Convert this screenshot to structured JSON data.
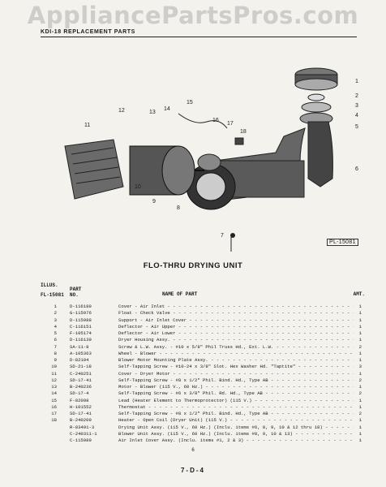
{
  "watermark": "AppliancePartsPros.com",
  "header": "KDI-18 REPLACEMENT PARTS",
  "diagram": {
    "code": "PL-15081",
    "callouts": [
      "1",
      "2",
      "3",
      "4",
      "5",
      "6",
      "7",
      "8",
      "9",
      "10",
      "11",
      "12",
      "13",
      "14",
      "15",
      "16",
      "17",
      "18"
    ]
  },
  "title": "FLO-THRU DRYING UNIT",
  "table": {
    "headers": {
      "illus": "ILLUS.",
      "fl": "FL-15081",
      "part": "PART",
      "no": "NO.",
      "name": "NAME OF PART",
      "amt": "AMT."
    },
    "rows": [
      {
        "illus": "1",
        "part": "D-116189",
        "name": "Cover - Air Inlet",
        "amt": "1"
      },
      {
        "illus": "2",
        "part": "G-115976",
        "name": "Float - Check Valve",
        "amt": "1"
      },
      {
        "illus": "3",
        "part": "D-115988",
        "name": "Support - Air Inlet Cover",
        "amt": "1"
      },
      {
        "illus": "4",
        "part": "C-116151",
        "name": "Deflector - Air Upper",
        "amt": "1"
      },
      {
        "illus": "5",
        "part": "F-105174",
        "name": "Deflector - Air Lower",
        "amt": "1"
      },
      {
        "illus": "6",
        "part": "D-116139",
        "name": "Dryer Housing Assy.",
        "amt": "1"
      },
      {
        "illus": "7",
        "part": "SA-11-8",
        "name": "Screw & L.W. Assy. - #10 x 5/8\" Phil Truss Hd., Ext. L.W.",
        "amt": "2"
      },
      {
        "illus": "8",
        "part": "A-105363",
        "name": "Wheel - Blower",
        "amt": "1"
      },
      {
        "illus": "9",
        "part": "D-82104",
        "name": "Blower Motor Mounting Plate Assy.",
        "amt": "1"
      },
      {
        "illus": "10",
        "part": "SD-21-18",
        "name": "Self-Tapping Screw - #10-24 x 3/8\" Slot. Hex Washer Hd. \"Taptite\"",
        "amt": "3"
      },
      {
        "illus": "11",
        "part": "C-240251",
        "name": "Cover - Dryer Motor",
        "amt": "1"
      },
      {
        "illus": "12",
        "part": "SD-17-41",
        "name": "Self-Tapping Screw - #8 x 1/2\" Phil. Bind. Hd., Type AB",
        "amt": "2"
      },
      {
        "illus": "13",
        "part": "B-240236",
        "name": "Motor - Blower (115 V., 60 Hz.)",
        "amt": "1"
      },
      {
        "illus": "14",
        "part": "SD-17-4",
        "name": "Self-Tapping Screw - #6 x 3/8\" Phil. Rd. Hd., Type AB",
        "amt": "2"
      },
      {
        "illus": "15",
        "part": "F-82098",
        "name": "Lead (Heater Element to Thermoprotector) (115 V.)",
        "amt": "1"
      },
      {
        "illus": "16",
        "part": "H-101552",
        "name": "Thermostat",
        "amt": "1"
      },
      {
        "illus": "17",
        "part": "SD-17-41",
        "name": "Self-Tapping Screw - #8 x 1/2\" Phil. Bind. Hd., Type AB",
        "amt": "2"
      },
      {
        "illus": "18",
        "part": "B-240209",
        "name": "Heater - Open Coil (Dryer Unit) (115 V.)",
        "amt": "1"
      },
      {
        "illus": "",
        "part": "R-83491-3",
        "name": "Drying Unit Assy. (115 V., 60 Hz.) (Inclu. items #6, 8, 9, 10 & 12 thru 18)",
        "amt": "1"
      },
      {
        "illus": "",
        "part": "C-240311-1",
        "name": "Blower Unit Assy. (115 V., 60 Hz.) (Inclu. items #8, 9, 10 & 13)",
        "amt": "1"
      },
      {
        "illus": "",
        "part": "C-115989",
        "name": "Air Inlet Cover Assy. (Inclu. items #1, 2 & 3)",
        "amt": "1"
      }
    ]
  },
  "page_number": "6",
  "footer": "7-D-4"
}
